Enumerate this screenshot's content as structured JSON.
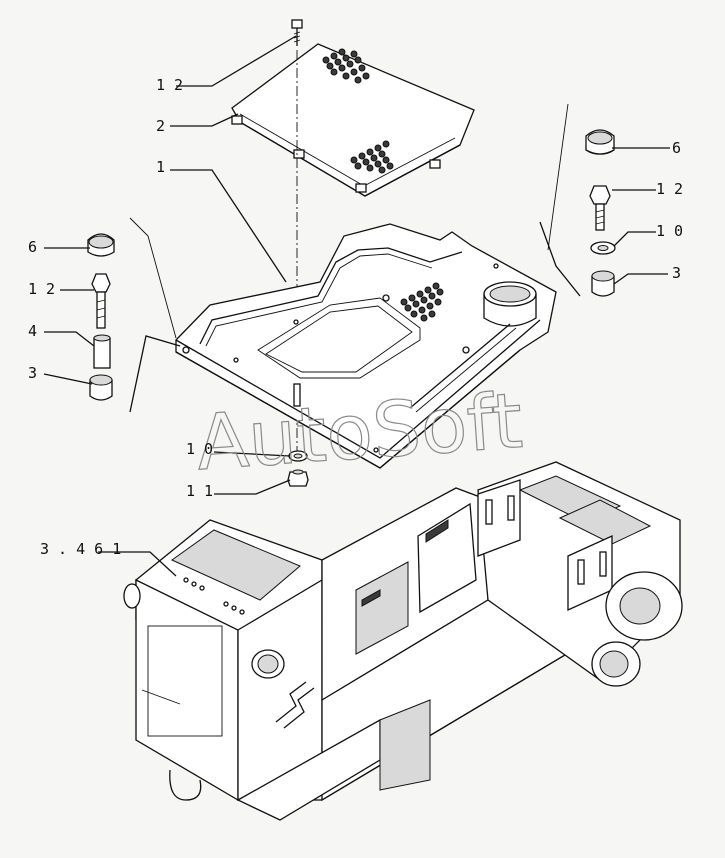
{
  "callouts": {
    "c12_top": "1 2",
    "c2": "2",
    "c1": "1",
    "c6_right": "6",
    "c12_right": "1 2",
    "c10_right": "1 0",
    "c3_right": "3",
    "c6_left": "6",
    "c12_left": "1 2",
    "c4": "4",
    "c3_left": "3",
    "c10_center": "1 0",
    "c11": "1 1",
    "c3461": "3 . 4 6 1"
  },
  "watermark": "AutoSoft"
}
